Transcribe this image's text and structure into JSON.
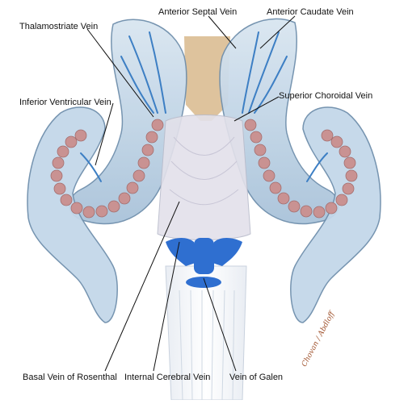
{
  "labels": {
    "anterior_septal_vein": "Anterior Septal Vein",
    "anterior_caudate_vein": "Anterior Caudate Vein",
    "thalamostriate_vein": "Thalamostriate Vein",
    "superior_choroidal_vein": "Superior Choroidal Vein",
    "inferior_ventricular_vein": "Inferior Ventricular Vein",
    "basal_vein_of_rosenthal": "Basal Vein of Rosenthal",
    "internal_cerebral_vein": "Internal Cerebral Vein",
    "vein_of_galen": "Vein of Galen"
  },
  "signature": "Chovan / Abdloff",
  "colors": {
    "ventricle_fill": "#c5d9ea",
    "ventricle_edge": "#6f8fac",
    "vein": "#3d7fc4",
    "deep_vein": "#2f6fd0",
    "choroid_plexus": "#c99292",
    "fornix": "#e3e1ea",
    "septum": "#d8b98c"
  }
}
